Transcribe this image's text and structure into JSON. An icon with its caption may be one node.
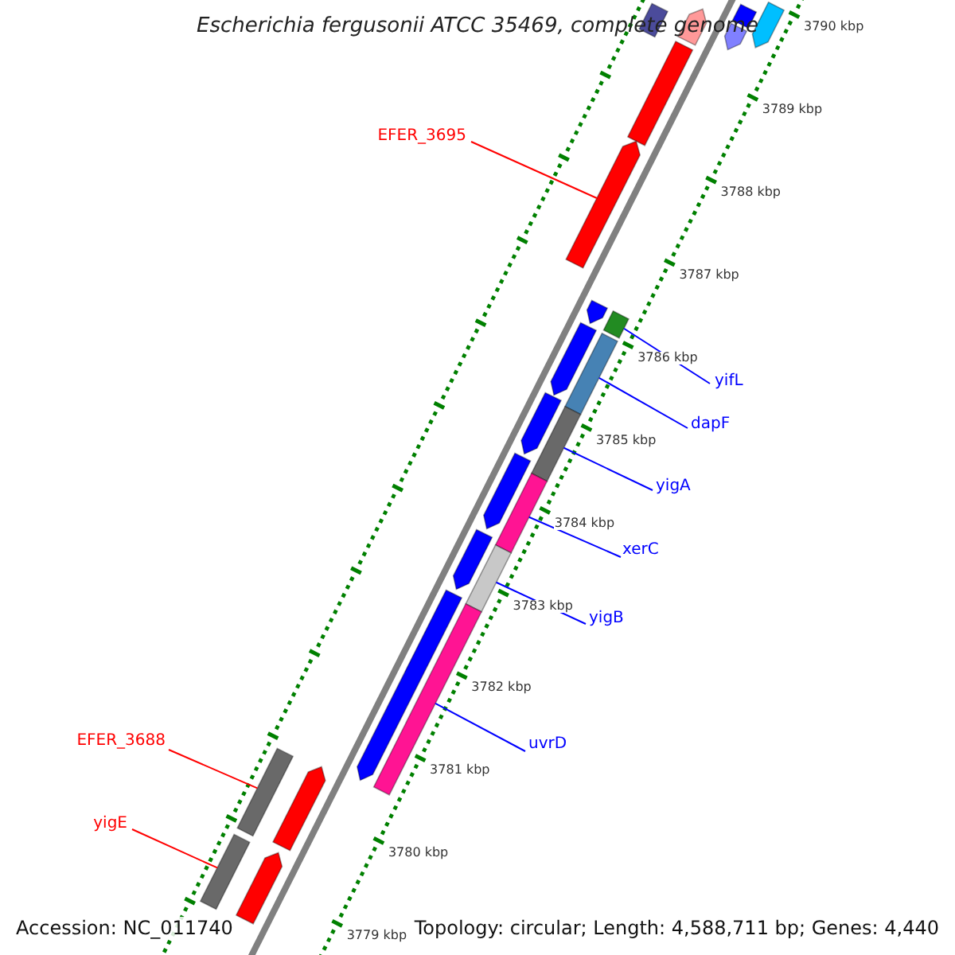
{
  "diagram": {
    "title": "Escherichia fergusonii ATCC 35469, complete genome",
    "nodes": [
      {
        "text": [
          "EFER_3695"
        ]
      },
      {
        "text": [
          "yifL"
        ]
      },
      {
        "text": [
          "dapF"
        ]
      },
      {
        "text": [
          "yigA"
        ]
      },
      {
        "text": [
          "xerC"
        ]
      },
      {
        "text": [
          "yigB"
        ]
      },
      {
        "text": [
          "uvrD"
        ]
      },
      {
        "text": [
          "EFER_3688"
        ]
      },
      {
        "text": [
          "yigE"
        ]
      },
      {
        "text": [],
        "shape": "bar"
      },
      {
        "text": [],
        "shape": "bar"
      },
      {
        "text": [],
        "shape": "bar"
      },
      {
        "text": [],
        "shape": "bar"
      },
      {
        "text": [],
        "shape": "bar"
      },
      {
        "text": [],
        "shape": "bar"
      },
      {
        "text": [],
        "shape": "bar"
      },
      {
        "text": [],
        "shape": "bar"
      },
      {
        "text": [],
        "shape": "bar"
      },
      {
        "text": [],
        "shape": "bar"
      },
      {
        "text": [],
        "shape": "bar"
      },
      {
        "text": [],
        "shape": "bar"
      },
      {
        "text": [],
        "shape": "bar"
      },
      {
        "text": [],
        "shape": "bar"
      },
      {
        "text": [],
        "shape": "bar"
      },
      {
        "text": [],
        "shape": "bar"
      },
      {
        "text": [],
        "shape": "bar"
      },
      {
        "text": [],
        "shape": "bar"
      },
      {
        "text": [],
        "shape": "bar"
      },
      {
        "text": [],
        "shape": "bar"
      },
      {
        "text": [],
        "shape": "bar"
      },
      {
        "text": [],
        "shape": "bar"
      },
      {
        "text": [],
        "shape": "bar"
      }
    ],
    "edges": [
      {
        "from": 0,
        "to": 15,
        "arrow": "none",
        "color": "#ff0000"
      },
      {
        "from": 1,
        "to": 17,
        "arrow": "none",
        "color": "#0000ff"
      },
      {
        "from": 2,
        "to": 19,
        "arrow": "none",
        "color": "#0000ff"
      },
      {
        "from": 3,
        "to": 21,
        "arrow": "none",
        "color": "#0000ff"
      },
      {
        "from": 4,
        "to": 23,
        "arrow": "none",
        "color": "#0000ff"
      },
      {
        "from": 5,
        "to": 25,
        "arrow": "none",
        "color": "#0000ff"
      },
      {
        "from": 6,
        "to": 27,
        "arrow": "none",
        "color": "#0000ff"
      },
      {
        "from": 7,
        "to": 29,
        "arrow": "none",
        "color": "#ff0000"
      },
      {
        "from": 8,
        "to": 31,
        "arrow": "none",
        "color": "#ff0000"
      }
    ],
    "labels": [
      "3790 kbp",
      "3789 kbp",
      "3788 kbp",
      "3787 kbp",
      "3786 kbp",
      "3785 kbp",
      "3784 kbp",
      "3783 kbp",
      "3782 kbp",
      "3781 kbp",
      "3780 kbp",
      "3779 kbp",
      "Accession: NC_011740",
      "Topology: circular; Length: 4,588,711 bp; Genes: 4,440"
    ]
  }
}
